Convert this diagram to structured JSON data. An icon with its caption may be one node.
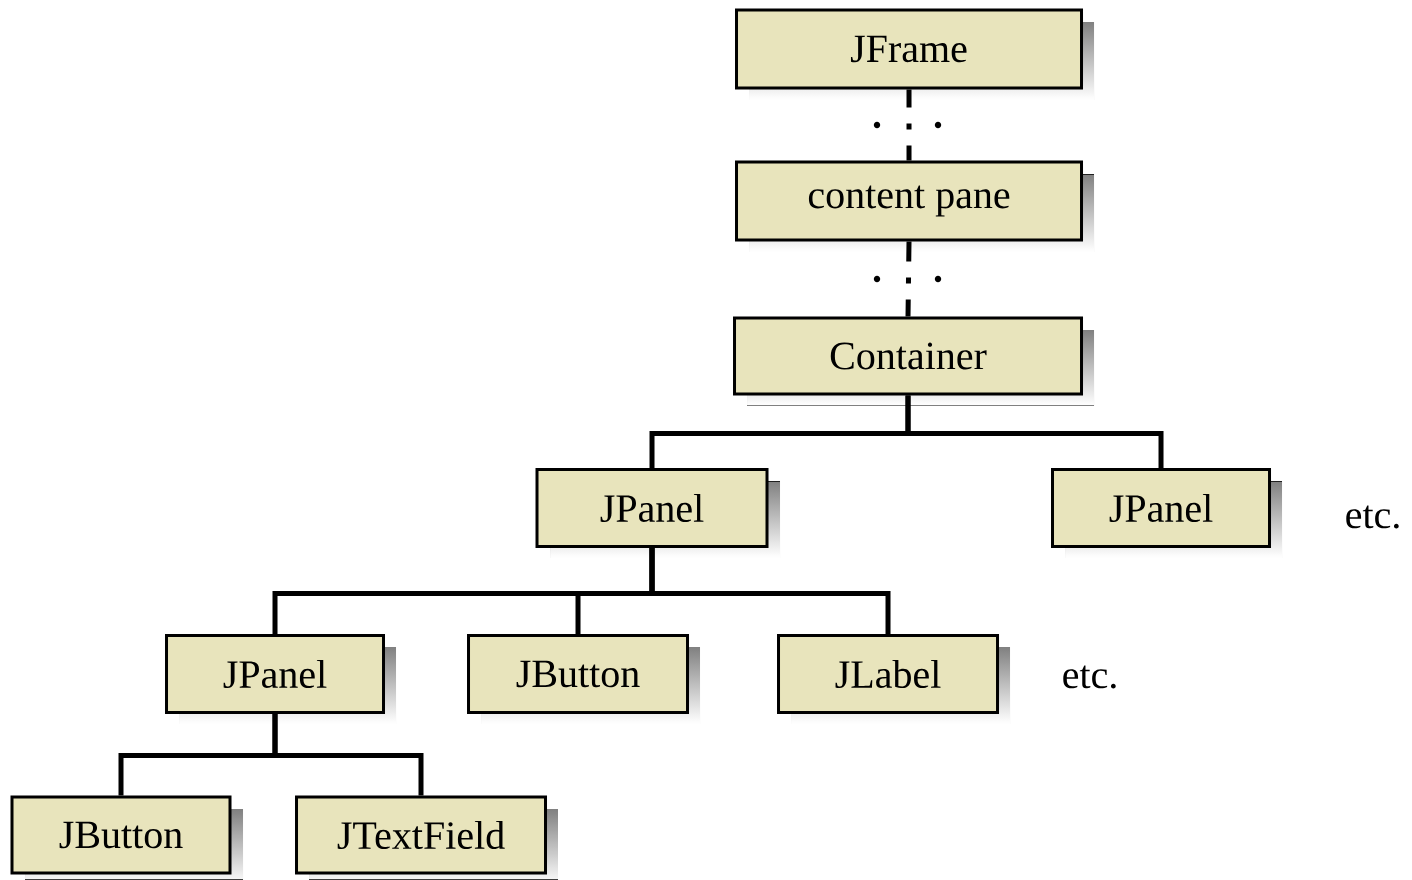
{
  "diagram": {
    "nodes": [
      {
        "text": [
          "JFrame"
        ]
      },
      {
        "text": [
          "content pane"
        ]
      },
      {
        "text": [
          "Container"
        ]
      },
      {
        "text": [
          "JPanel"
        ]
      },
      {
        "text": [
          "JPanel"
        ]
      },
      {
        "text": [
          "JPanel"
        ]
      },
      {
        "text": [
          "JButton"
        ]
      },
      {
        "text": [
          "JLabel"
        ]
      },
      {
        "text": [
          "JButton"
        ]
      },
      {
        "text": [
          "JTextField"
        ]
      }
    ],
    "edges": [
      {
        "from": 0,
        "to": 1,
        "arrow": "none",
        "style": "dashed"
      },
      {
        "from": 1,
        "to": 2,
        "arrow": "none",
        "style": "dashed"
      },
      {
        "from": 2,
        "to": 3,
        "arrow": "none"
      },
      {
        "from": 2,
        "to": 4,
        "arrow": "none"
      },
      {
        "from": 3,
        "to": 5,
        "arrow": "none"
      },
      {
        "from": 3,
        "to": 6,
        "arrow": "none"
      },
      {
        "from": 3,
        "to": 7,
        "arrow": "none"
      },
      {
        "from": 5,
        "to": 8,
        "arrow": "none"
      },
      {
        "from": 5,
        "to": 9,
        "arrow": "none"
      }
    ],
    "labels": [
      "etc.",
      "etc."
    ]
  }
}
